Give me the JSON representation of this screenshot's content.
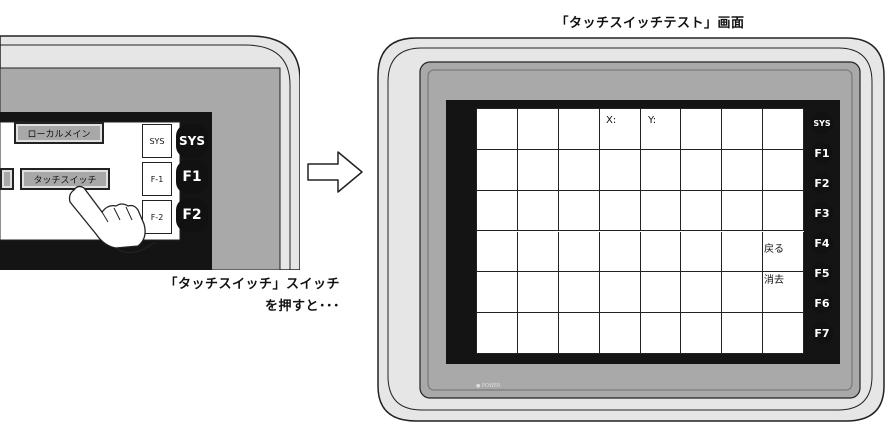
{
  "left_panel": {
    "btn_local_main": "ローカルメイン",
    "btn_touch_switch": "タッチスイッチ",
    "key_sys": "SYS",
    "key_f1": "F-1",
    "key_f2": "F-2",
    "fkey_sys": "SYS",
    "fkey_f1": "F1",
    "fkey_f2": "F2"
  },
  "left_caption": {
    "line1": "「タッチスイッチ」スイッチ",
    "line2": "を押すと･･･"
  },
  "right_caption": "「タッチスイッチテスト」画面",
  "screen": {
    "x_label": "X:",
    "y_label": "Y:",
    "back_label": "戻る",
    "clear_label": "消去",
    "power_label": "● POWER"
  },
  "function_keys": [
    "SYS",
    "F1",
    "F2",
    "F3",
    "F4",
    "F5",
    "F6",
    "F7"
  ],
  "grid": {
    "columns": 8,
    "rows": 6
  }
}
